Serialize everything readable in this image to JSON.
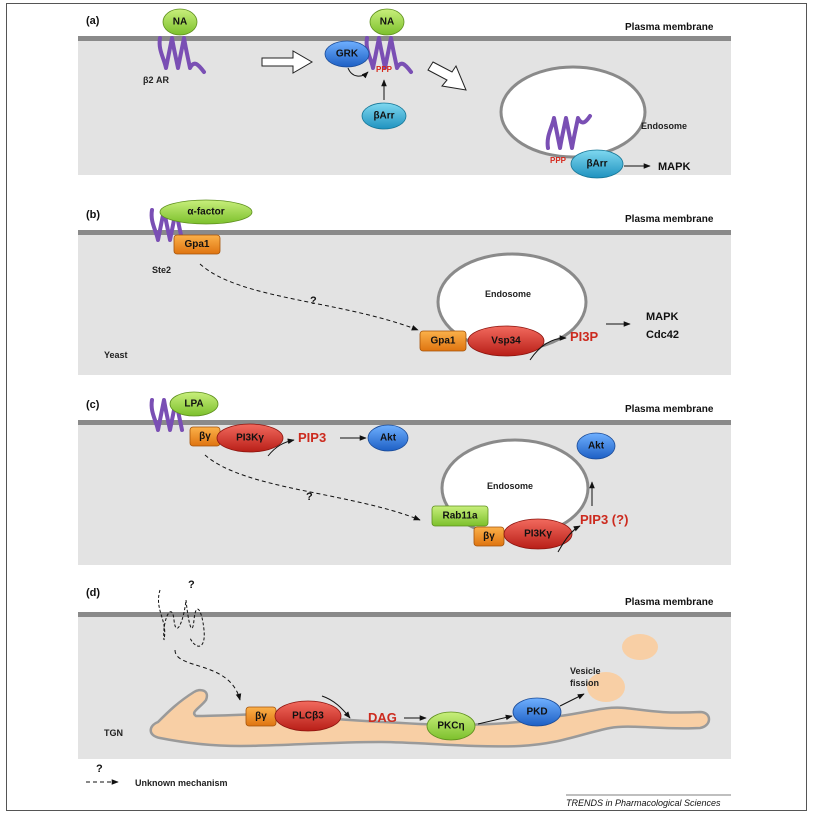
{
  "panels": {
    "a": {
      "label": "(a)",
      "membrane": "Plasma membrane",
      "receptor": "β2 AR",
      "ligand": "NA",
      "kinase": "GRK",
      "phospho": "PPP",
      "arrestin": "βArr",
      "compartment": "Endosome",
      "output": "MAPK"
    },
    "b": {
      "label": "(b)",
      "membrane": "Plasma membrane",
      "ligand": "α-factor",
      "receptor": "Ste2",
      "gprotein": "Gpa1",
      "unknown": "?",
      "compartment": "Endosome",
      "kinase": "Vsp34",
      "lipid": "PI3P",
      "output1": "MAPK",
      "output2": "Cdc42",
      "organism": "Yeast"
    },
    "c": {
      "label": "(c)",
      "membrane": "Plasma membrane",
      "ligand": "LPA",
      "gbg": "βγ",
      "kinase": "PI3Kγ",
      "lipid": "PIP3",
      "effector": "Akt",
      "unknown": "?",
      "compartment": "Endosome",
      "rab": "Rab11a",
      "lipid_endo": "PIP3 (?)"
    },
    "d": {
      "label": "(d)",
      "membrane": "Plasma membrane",
      "unknown": "?",
      "gbg": "βγ",
      "plc": "PLCβ3",
      "lipid": "DAG",
      "pkc": "PKCη",
      "pkd": "PKD",
      "event": [
        "Vesicle",
        "fission"
      ],
      "compartment": "TGN"
    }
  },
  "legend": {
    "symbol": "?",
    "text": "Unknown mechanism"
  },
  "footer": "TRENDS in Pharmacological Sciences",
  "colors": {
    "green": "#9bd243",
    "blue": "#2f7fe0",
    "cyan": "#3bb2d8",
    "red": "#d8322a",
    "orange": "#ee8a1c",
    "purple": "#7a4fb4",
    "tgn": "#f8cfa5",
    "cytosol": "#e3e3e3",
    "membrane": "#8a8a8a"
  }
}
